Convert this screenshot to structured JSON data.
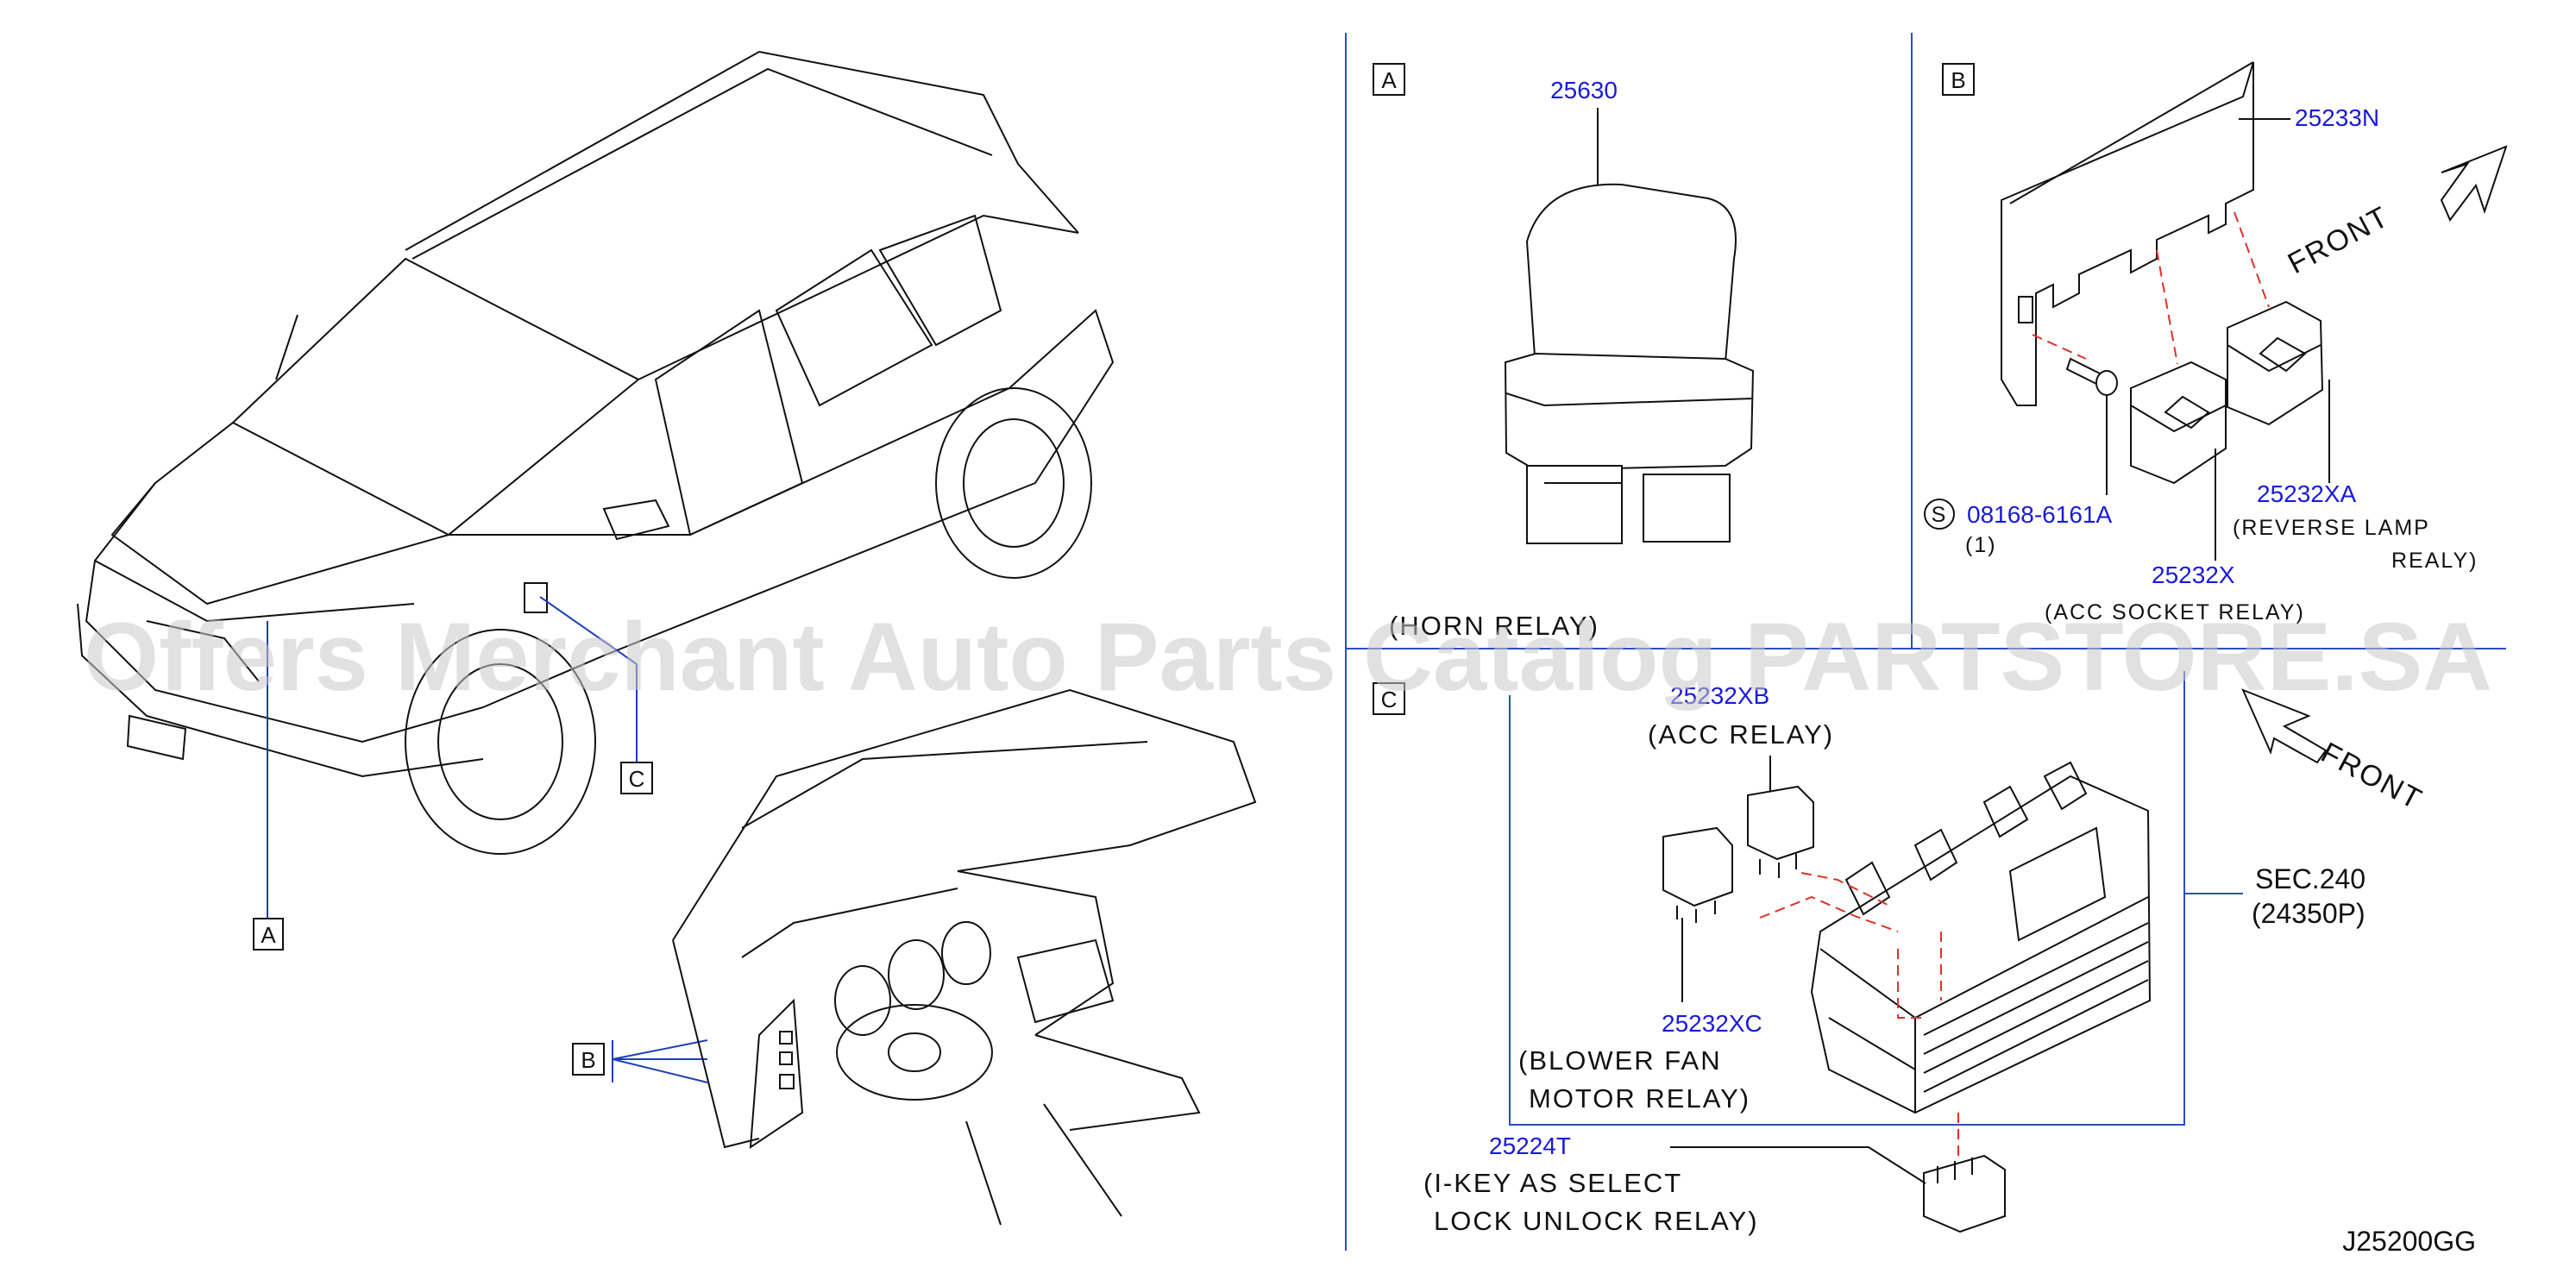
{
  "views": {
    "overview": {
      "labels": {
        "a": "A",
        "b": "B",
        "c": "C"
      }
    },
    "panel_a": {
      "letter": "A",
      "part": "25630",
      "desc": "(HORN   RELAY)"
    },
    "panel_b": {
      "letter": "B",
      "front": "FRONT",
      "bracket_part": "25233N",
      "screw_symbol": "S",
      "screw_part": "08168-6161A",
      "screw_qty": "(1)",
      "reverse_part": "25232XA",
      "reverse_desc_1": "(REVERSE   LAMP",
      "reverse_desc_2": "REALY)",
      "acc_socket_part": "25232X",
      "acc_socket_desc": "(ACC   SOCKET   RELAY)"
    },
    "panel_c": {
      "letter": "C",
      "front": "FRONT",
      "acc_part": "25232XB",
      "acc_desc": "(ACC     RELAY)",
      "blower_part": "25232XC",
      "blower_desc_1": "(BLOWER   FAN",
      "blower_desc_2": "MOTOR   RELAY)",
      "sec_ref_1": "SEC.240",
      "sec_ref_2": "(24350P)",
      "ikey_part": "25224T",
      "ikey_desc_1": "(I-KEY   AS   SELECT",
      "ikey_desc_2": "LOCK   UNLOCK   RELAY)"
    }
  },
  "watermark": "Offers Merchant Auto Parts Catalog PARTSTORE.SA",
  "diagram_code": "J25200GG",
  "colors": {
    "part_number": "#1a1ad8",
    "leader_line": "#1f3fb5",
    "dashed_guide": "#e0302a",
    "watermark": "#c8c8c8"
  }
}
